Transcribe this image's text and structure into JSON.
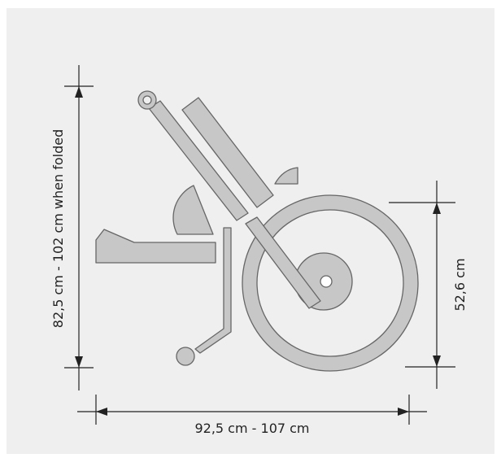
{
  "diagram": {
    "labels": {
      "height_overall": "82,5 cm - 102 cm when folded",
      "length_overall": "92,5 cm - 107 cm",
      "wheel_height": "52,6 cm"
    },
    "colors": {
      "background": "#efefef",
      "part_fill": "#c7c7c7",
      "part_stroke": "#666666",
      "dimension_line": "#222222"
    }
  }
}
